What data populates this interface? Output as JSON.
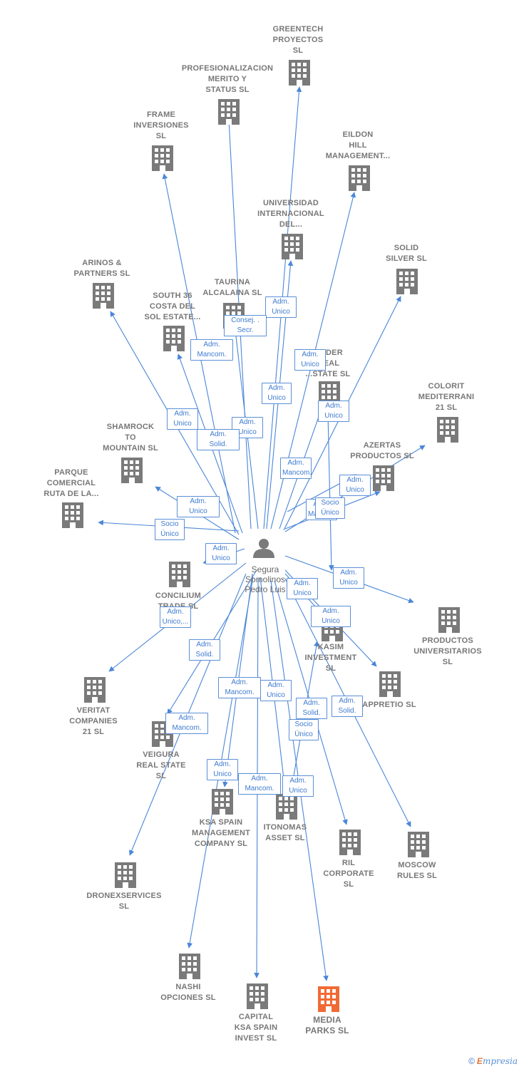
{
  "center": {
    "name": "Segura\nSomolinos\nPedro Luis"
  },
  "colors": {
    "edge": "#4a86d8",
    "building": "#7a7a7a",
    "highlight": "#f06a35",
    "role_border": "#5a8fd6"
  },
  "nodes": [
    {
      "id": "greentech",
      "label": "GREENTECH\nPROYECTOS\nSL"
    },
    {
      "id": "profesionalizacion",
      "label": "PROFESIONALIZACION\nMERITO Y\nSTATUS  SL"
    },
    {
      "id": "frame",
      "label": "FRAME\nINVERSIONES\nSL"
    },
    {
      "id": "eildon",
      "label": "EILDON\nHILL\nMANAGEMENT..."
    },
    {
      "id": "universidad",
      "label": "UNIVERSIDAD\nINTERNACIONAL\nDEL..."
    },
    {
      "id": "solid_silver",
      "label": "SOLID\nSILVER SL"
    },
    {
      "id": "arinos",
      "label": "ARINOS &\nPARTNERS  SL"
    },
    {
      "id": "taurina",
      "label": "TAURINA\nALCALAINA  SL"
    },
    {
      "id": "south36",
      "label": "SOUTH 36\nCOSTA DEL\nSOL ESTATE..."
    },
    {
      "id": "fender",
      "label": "...NDER\n...EAL\n...STATE  SL"
    },
    {
      "id": "colorit",
      "label": "COLORIT\nMEDITERRANI\n21 SL"
    },
    {
      "id": "shamrock",
      "label": "SHAMROCK\nTO\nMOUNTAIN  SL"
    },
    {
      "id": "azertas",
      "label": "AZERTAS\nPRODUCTOS SL"
    },
    {
      "id": "parque",
      "label": "PARQUE\nCOMERCIAL\nRUTA DE LA..."
    },
    {
      "id": "concilium",
      "label": "CONCILIUM\nTRADE SL"
    },
    {
      "id": "productos_univ",
      "label": "PRODUCTOS\nUNIVERSITARIOS\nSL"
    },
    {
      "id": "kasim",
      "label": "KASIM\nINVESTMENT\nSL"
    },
    {
      "id": "veritat",
      "label": "VERITAT\nCOMPANIES\n21 SL"
    },
    {
      "id": "appretio",
      "label": "APPRETIO SL"
    },
    {
      "id": "veigura",
      "label": "VEIGURA\nREAL STATE\nSL"
    },
    {
      "id": "ksa_mgmt",
      "label": "KSA SPAIN\nMANAGEMENT\nCOMPANY  SL"
    },
    {
      "id": "itonomas",
      "label": "ITONOMAS\nASSET  SL"
    },
    {
      "id": "ril",
      "label": "RIL\nCORPORATE\nSL"
    },
    {
      "id": "moscow",
      "label": "MOSCOW\nRULES  SL"
    },
    {
      "id": "dronex",
      "label": "DRONEXSERVICES\nSL"
    },
    {
      "id": "nashi",
      "label": "NASHI\nOPCIONES SL"
    },
    {
      "id": "capital_ksa",
      "label": "CAPITAL\nKSA SPAIN\nINVEST  SL"
    },
    {
      "id": "media_parks",
      "label": "MEDIA\nPARKS  SL",
      "highlight": true
    }
  ],
  "roles": [
    {
      "text": "Adm.\nUnico"
    },
    {
      "text": "Consej. .\nSecr."
    },
    {
      "text": "Adm.\nMancom."
    },
    {
      "text": "Adm.\nUnico"
    },
    {
      "text": "Adm.\nUnico"
    },
    {
      "text": "Adm.\nUnico"
    },
    {
      "text": "Adm.\nUnico"
    },
    {
      "text": "Adm.\nSolid."
    },
    {
      "text": "Adm.\nMancom."
    },
    {
      "text": "Adm.\nUnico"
    },
    {
      "text": "Adm.\nUnico"
    },
    {
      "text": "Adm.\nUnico"
    },
    {
      "text": "Adm.\nMancom."
    },
    {
      "text": "Socio\nÚnico"
    },
    {
      "text": "Adm.\nUnico"
    },
    {
      "text": "Adm.\nUnico"
    },
    {
      "text": "Adm.\nUnico"
    },
    {
      "text": "Adm.\nUnico,..."
    },
    {
      "text": "Adm.\nUnico"
    },
    {
      "text": "Adm.\nSolid."
    },
    {
      "text": "Adm.\nMancom."
    },
    {
      "text": "Adm.\nUnico"
    },
    {
      "text": "Adm.\nSolid."
    },
    {
      "text": "Adm.\nSolid."
    },
    {
      "text": "Socio\nÚnico"
    },
    {
      "text": "Adm.\nMancom."
    },
    {
      "text": "Adm.\nUnico"
    },
    {
      "text": "Adm.\nMancom."
    },
    {
      "text": "Adm.\nUnico"
    },
    {
      "text": "Socio\nÚnico"
    }
  ],
  "footer": {
    "copyright": "©",
    "brand_initial": "E",
    "brand_rest": "mpresia"
  }
}
